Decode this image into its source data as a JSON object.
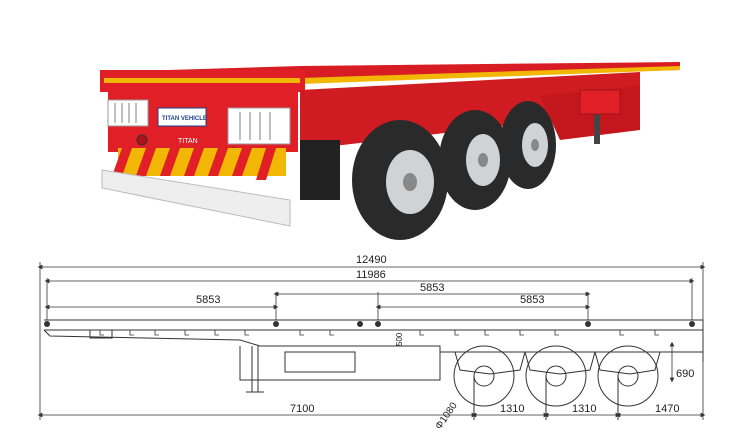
{
  "photo": {
    "plate_text": "TITAN VEHICLE",
    "rear_marking": "TITAN",
    "colors": {
      "body": "#e01f26",
      "stripe": "#f2b705",
      "tire": "#2a2a2a",
      "rim": "#cfd3d6",
      "bumper": "#eeeeee"
    }
  },
  "drawing": {
    "dims": {
      "overall_length": "12490",
      "deck_length": "11986",
      "twistlock_front": "5853",
      "twistlock_top": "5853",
      "twistlock_rear": "5853",
      "height_mark": "500",
      "wheel_diameter": "Φ1080",
      "kingpin_to_axle": "7100",
      "axle_spacing_1": "1310",
      "axle_spacing_2": "1310",
      "rear_overhang": "1470",
      "rear_height": "690"
    }
  }
}
